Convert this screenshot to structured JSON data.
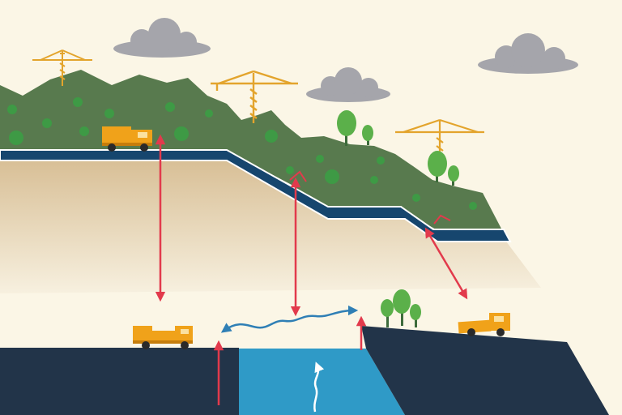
{
  "scene": {
    "palette": {
      "sky": "#fbf6e6",
      "hill": "#587a4e",
      "hill_dot": "#3e9a45",
      "band": "#16466e",
      "soil_top": "#dcc49d",
      "soil_bottom": "#f6efdc",
      "ground": "#223449",
      "water": "#2f9ac7",
      "arrow": "#e23a4c",
      "flow": "#2f7fb5",
      "truck": "#f0a21a",
      "crane": "#e3a42c",
      "tree": "#5bb04a",
      "cloud": "#a5a5ab"
    },
    "icons": [
      "cloud-icon",
      "crane-icon",
      "truck-icon",
      "tree-icon",
      "arrow-icon",
      "wave-arrow-icon"
    ],
    "counts": {
      "cranes": 3,
      "trucks": 3,
      "clouds": 3,
      "vertical_arrows": 5,
      "tree_clusters": 3
    }
  }
}
